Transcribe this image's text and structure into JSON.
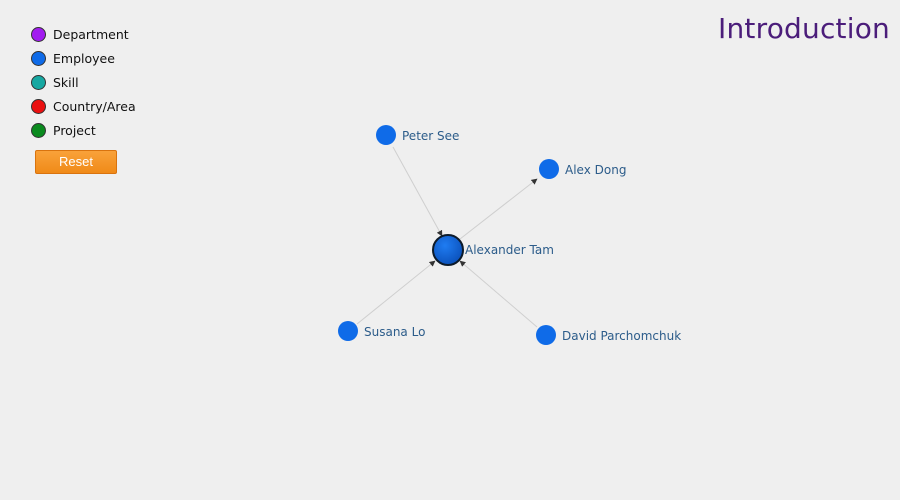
{
  "title": "Introduction",
  "legend": {
    "items": [
      {
        "label": "Department",
        "color": "#a21cf0"
      },
      {
        "label": "Employee",
        "color": "#0f6be8"
      },
      {
        "label": "Skill",
        "color": "#17a8a2"
      },
      {
        "label": "Country/Area",
        "color": "#ea1010"
      },
      {
        "label": "Project",
        "color": "#0a8a1e"
      }
    ]
  },
  "controls": {
    "reset_label": "Reset"
  },
  "colors": {
    "employee": "#0f6be8",
    "focus_node": "#0b57c4",
    "link": "#cfcfcf",
    "arrow": "#333333",
    "title": "#4b1d7a",
    "node_label": "#2c5c8a"
  },
  "graph": {
    "focus": "Alexander Tam",
    "nodes": [
      {
        "id": "alexander-tam",
        "label": "Alexander Tam",
        "type": "Employee",
        "focused": true
      },
      {
        "id": "peter-see",
        "label": "Peter See",
        "type": "Employee"
      },
      {
        "id": "alex-dong",
        "label": "Alex Dong",
        "type": "Employee"
      },
      {
        "id": "susana-lo",
        "label": "Susana Lo",
        "type": "Employee"
      },
      {
        "id": "david-parchomchuk",
        "label": "David Parchomchuk",
        "type": "Employee"
      }
    ],
    "edges": [
      {
        "from": "peter-see",
        "to": "alexander-tam"
      },
      {
        "from": "alexander-tam",
        "to": "alex-dong"
      },
      {
        "from": "susana-lo",
        "to": "alexander-tam"
      },
      {
        "from": "david-parchomchuk",
        "to": "alexander-tam"
      }
    ]
  }
}
